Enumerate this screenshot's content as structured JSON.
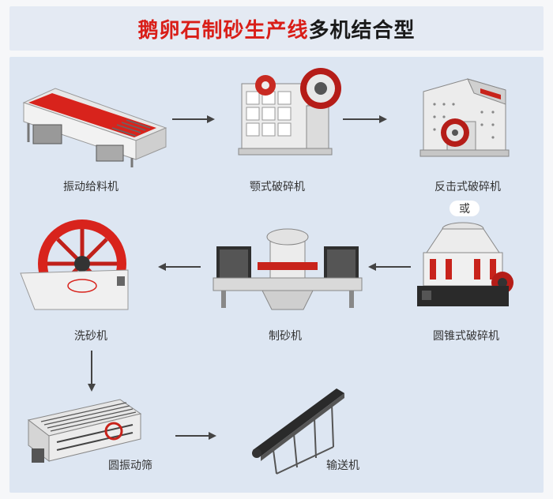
{
  "title": {
    "red_part": "鹅卵石制砂生产线",
    "black_part": "多机结合型"
  },
  "machines": {
    "feeder": "振动给料机",
    "jaw_crusher": "颚式破碎机",
    "impact_crusher": "反击式破碎机",
    "or_label": "或",
    "cone_crusher": "圆锥式破碎机",
    "sand_maker": "制砂机",
    "sand_washer": "洗砂机",
    "vibrating_screen": "圆振动筛",
    "conveyor": "输送机"
  },
  "colors": {
    "accent_red": "#d91e18",
    "panel_bg": "#dde6f2",
    "arrow": "#444444"
  }
}
